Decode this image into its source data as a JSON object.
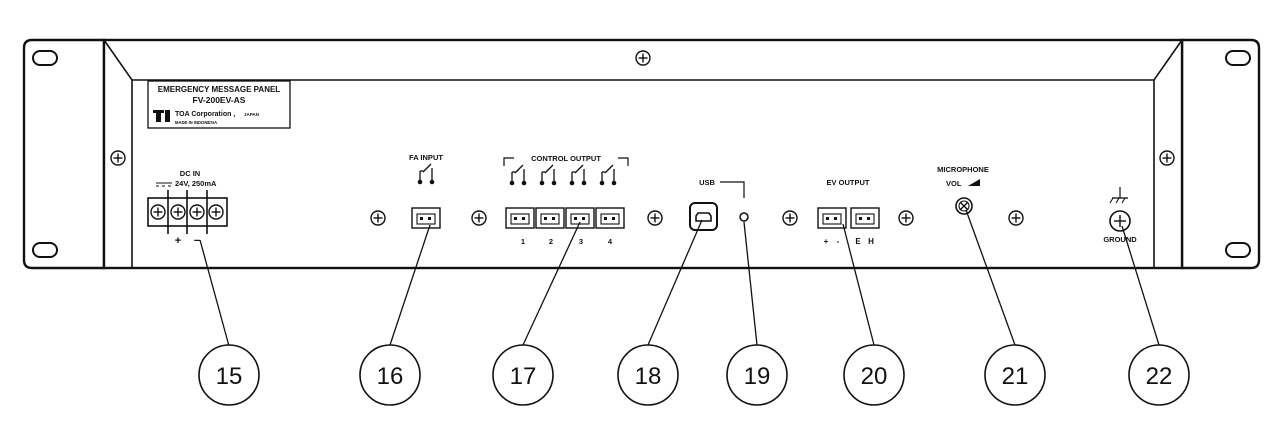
{
  "nameplate": {
    "line1": "EMERGENCY MESSAGE PANEL",
    "line2": "FV-200EV-AS",
    "company": "TOA Corporation ,",
    "country": "JAPAN",
    "made_in": "MADE IN INDONESIA"
  },
  "dc_in": {
    "title": "DC IN",
    "rating": "24V, 250mA",
    "plus": "+",
    "minus": "−"
  },
  "fa_input": {
    "title": "FA INPUT"
  },
  "control_output": {
    "title": "CONTROL OUTPUT",
    "channels": [
      "1",
      "2",
      "3",
      "4"
    ]
  },
  "usb": {
    "title": "USB"
  },
  "ev_output": {
    "title": "EV OUTPUT",
    "pins": [
      "+",
      "-",
      "E",
      "H"
    ]
  },
  "microphone": {
    "title": "MICROPHONE",
    "vol": "VOL"
  },
  "ground": {
    "title": "GROUND"
  },
  "callouts": [
    "15",
    "16",
    "17",
    "18",
    "19",
    "20",
    "21",
    "22"
  ]
}
